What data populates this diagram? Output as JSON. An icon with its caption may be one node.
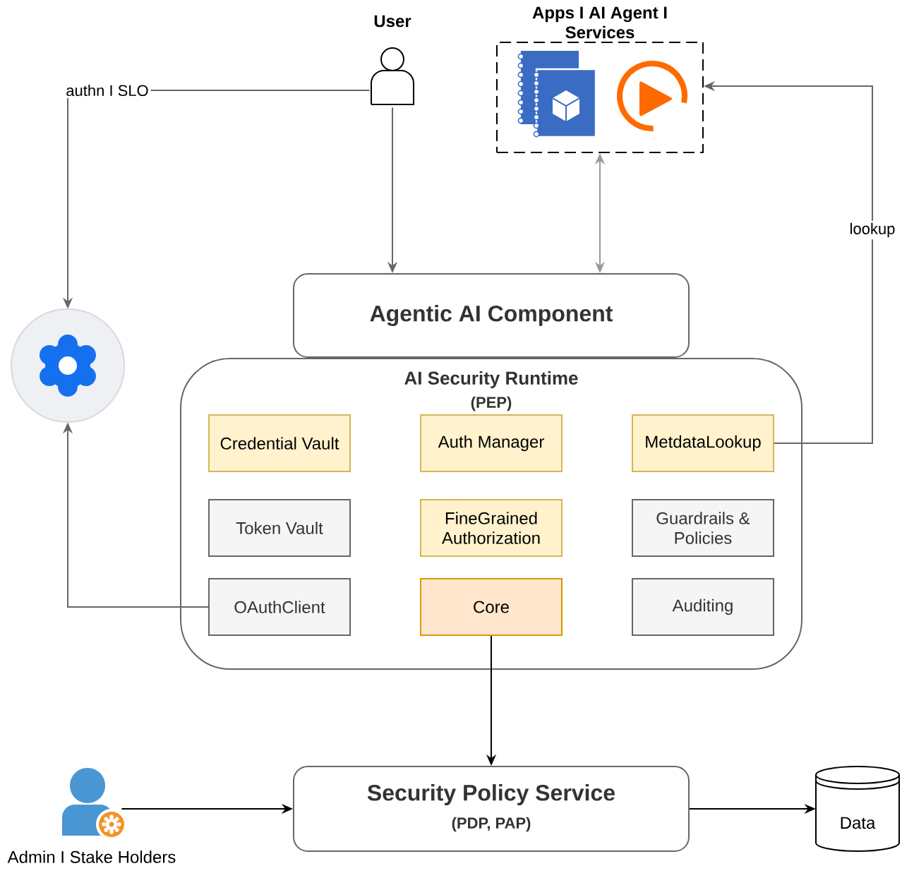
{
  "diagram": {
    "nodes": [
      {
        "text": [
          "User"
        ]
      },
      {
        "text": [
          "Apps I AI Agent I Services"
        ]
      },
      {
        "text": [],
        "shape": "picture"
      },
      {
        "text": [
          "Agentic AI Component"
        ]
      },
      {
        "text": [
          "AI Security Runtime",
          "(PEP)"
        ]
      },
      {
        "text": [
          "Credential Vault"
        ],
        "in": 4
      },
      {
        "text": [
          "Auth Manager"
        ],
        "in": 4
      },
      {
        "text": [
          "MetdataLookup"
        ],
        "in": 4
      },
      {
        "text": [
          "Token Vault"
        ],
        "in": 4
      },
      {
        "text": [
          "FineGrained Authorization"
        ],
        "in": 4
      },
      {
        "text": [
          "Guardrails & Policies"
        ],
        "in": 4
      },
      {
        "text": [
          "OAuthClient"
        ],
        "in": 4
      },
      {
        "text": [
          "Core"
        ],
        "in": 4
      },
      {
        "text": [
          "Auditing"
        ],
        "in": 4
      },
      {
        "text": [
          "Admin I Stake Holders"
        ]
      },
      {
        "text": [
          "Security Policy Service",
          "(PDP, PAP)"
        ]
      },
      {
        "text": [
          "Data"
        ]
      }
    ],
    "edges": [
      {
        "from": 0,
        "to": 3,
        "arrow": "to"
      },
      {
        "from": 0,
        "to": 2,
        "arrow": "to",
        "label": "authn I SLO"
      },
      {
        "from": 1,
        "to": 3,
        "arrow": "both",
        "color": "#999999"
      },
      {
        "from": 7,
        "to": 1,
        "arrow": "to",
        "label": "lookup"
      },
      {
        "from": 11,
        "to": 2,
        "arrow": "to"
      },
      {
        "from": 12,
        "to": 15,
        "arrow": "to",
        "color": "#000000"
      },
      {
        "from": 14,
        "to": 15,
        "arrow": "to",
        "color": "#000000"
      },
      {
        "from": 15,
        "to": 16,
        "arrow": "to",
        "color": "#000000"
      }
    ]
  }
}
